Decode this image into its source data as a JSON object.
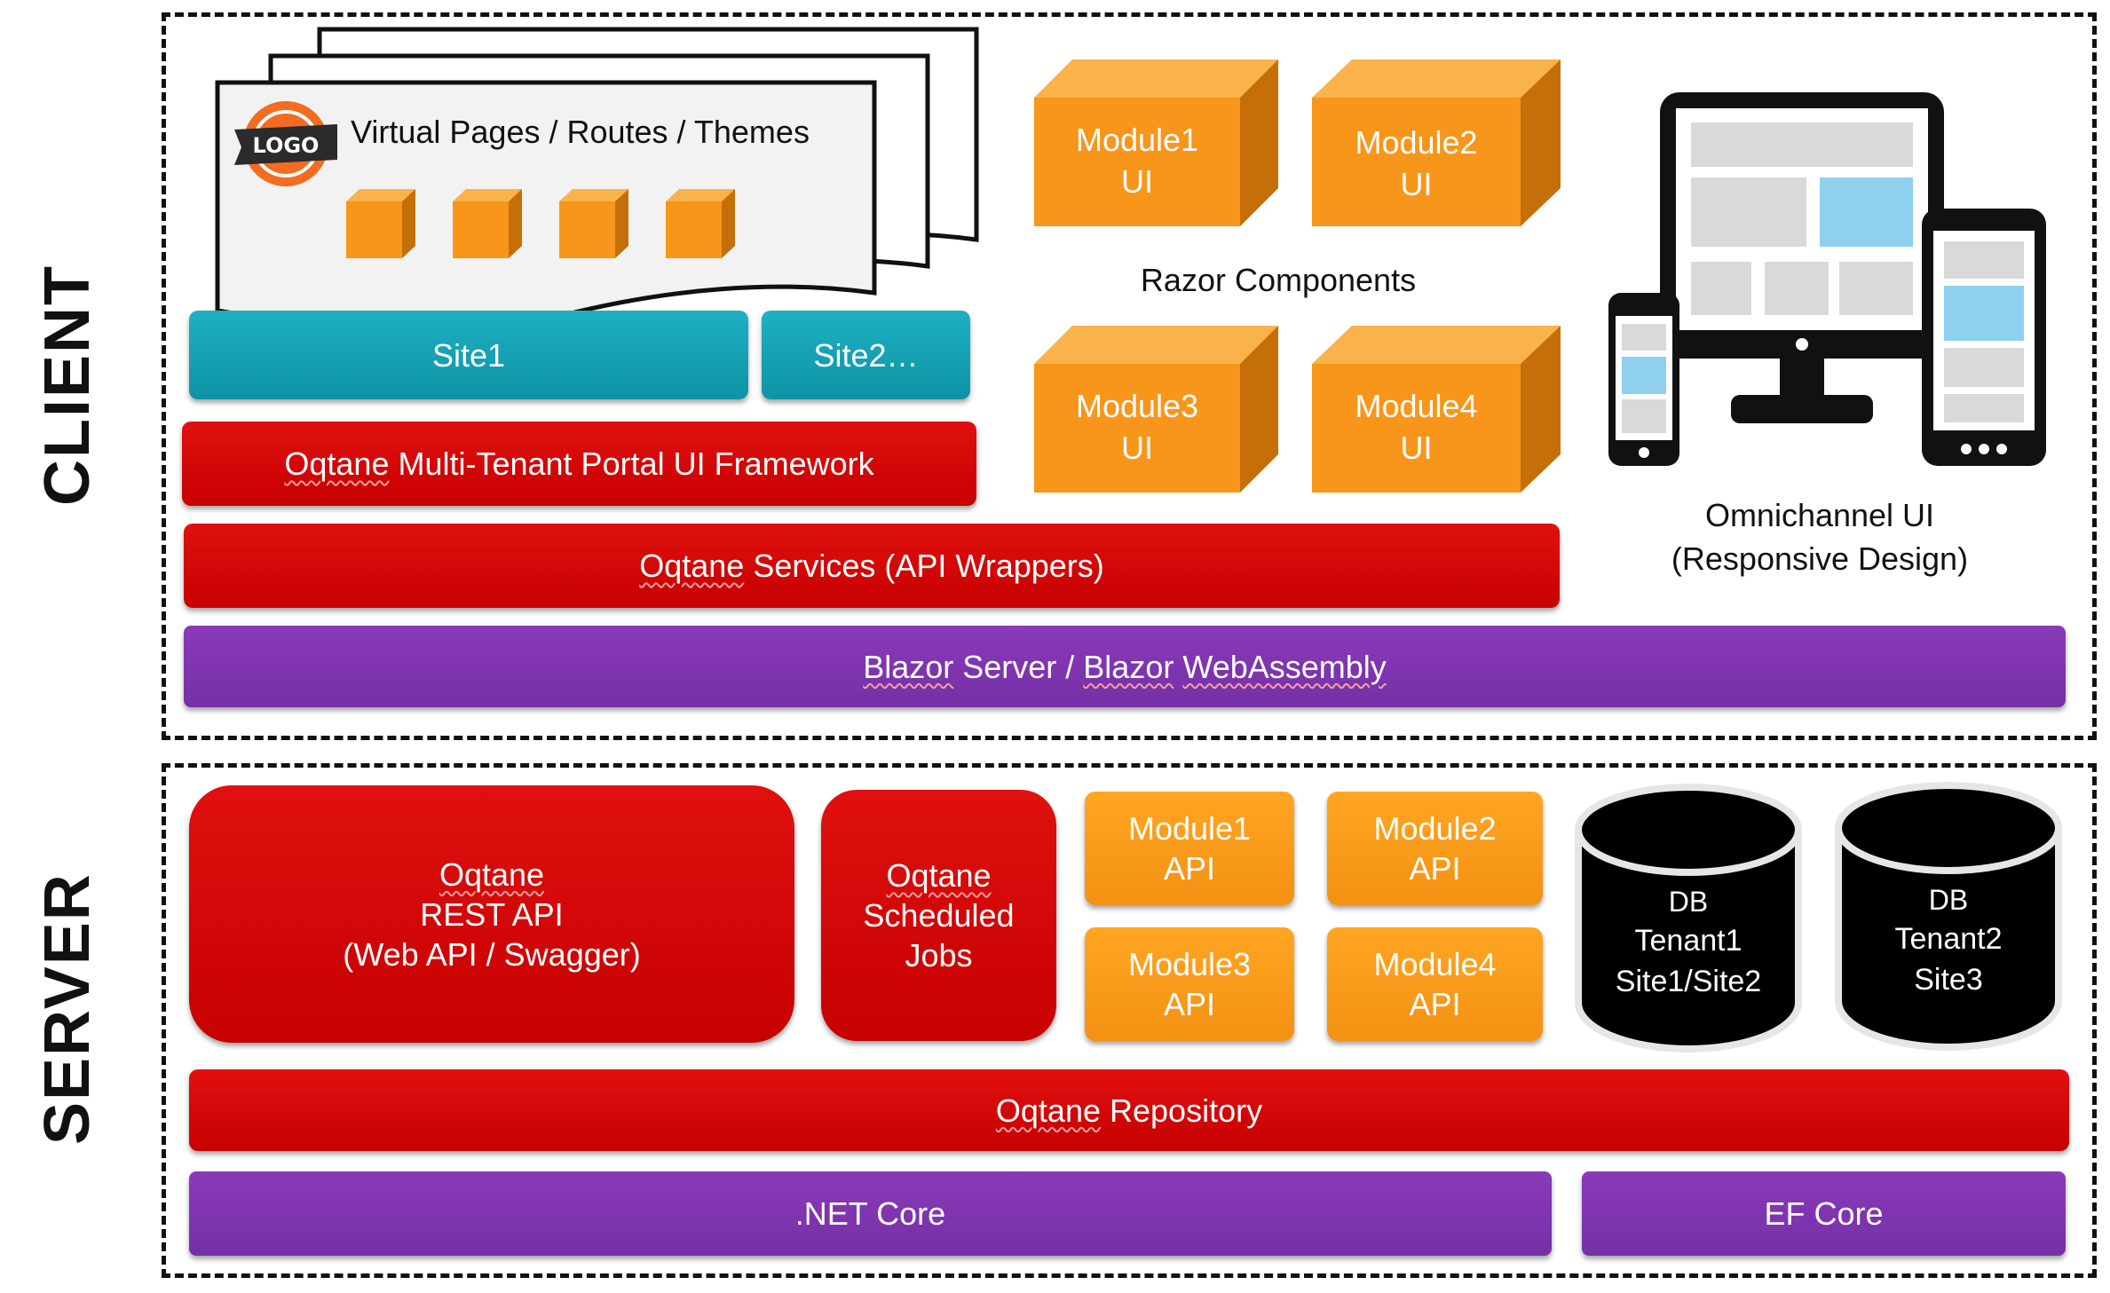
{
  "sections": {
    "client": "CLIENT",
    "server": "SERVER"
  },
  "client": {
    "pages_label": "Virtual Pages / Routes / Themes",
    "logo_text": "LOGO",
    "site1": "Site1",
    "site2": "Site2…",
    "portal_framework": {
      "brand": "Oqtane",
      "rest": " Multi-Tenant Portal UI Framework"
    },
    "services": {
      "brand": "Oqtane",
      "rest": " Services (API Wrappers)"
    },
    "blazor": {
      "a": "Blazor",
      "b": " Server / ",
      "c": "Blazor",
      "d": " ",
      "e": "WebAssembly"
    },
    "modules_ui": [
      {
        "name": "Module1",
        "sub": "UI"
      },
      {
        "name": "Module2",
        "sub": "UI"
      },
      {
        "name": "Module3",
        "sub": "UI"
      },
      {
        "name": "Module4",
        "sub": "UI"
      }
    ],
    "razor_components": "Razor Components",
    "omnichannel": {
      "line1": "Omnichannel UI",
      "line2": "(Responsive Design)"
    }
  },
  "server": {
    "rest_api": {
      "line1": "Oqtane",
      "line2": "REST API",
      "line3": "(Web API / Swagger)"
    },
    "scheduled_jobs": {
      "line1": "Oqtane",
      "line2": "Scheduled",
      "line3": "Jobs"
    },
    "modules_api": [
      {
        "name": "Module1",
        "sub": "API"
      },
      {
        "name": "Module2",
        "sub": "API"
      },
      {
        "name": "Module3",
        "sub": "API"
      },
      {
        "name": "Module4",
        "sub": "API"
      }
    ],
    "db1": {
      "line1": "DB",
      "line2": "Tenant1",
      "line3": "Site1/Site2"
    },
    "db2": {
      "line1": "DB",
      "line2": "Tenant2",
      "line3": "Site3"
    },
    "repository": {
      "brand": "Oqtane",
      "rest": " Repository"
    },
    "net_core": ".NET Core",
    "ef_core": "EF Core"
  },
  "colors": {
    "red": "#d10000",
    "purple": "#7b33aa",
    "teal": "#14a2b4",
    "orange": "#f7961a",
    "orange_dark": "#c46f08",
    "black": "#000000"
  },
  "icons": [
    "logo-badge-icon",
    "responsive-devices-icon"
  ]
}
